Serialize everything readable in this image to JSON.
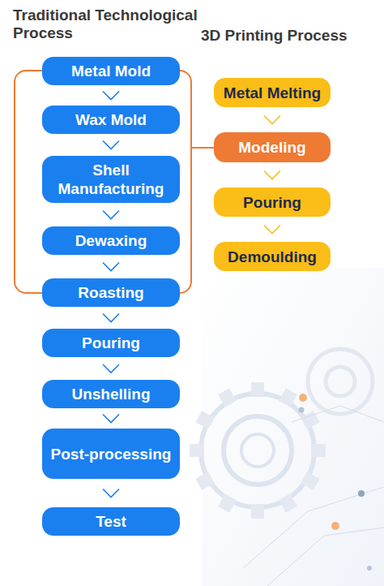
{
  "diagram": {
    "nodes": [
      {
        "text": [
          "Metal Mold"
        ]
      },
      {
        "text": [
          "Wax Mold"
        ]
      },
      {
        "text": [
          "Shell Manufacturing"
        ]
      },
      {
        "text": [
          "Dewaxing"
        ]
      },
      {
        "text": [
          "Roasting"
        ]
      },
      {
        "text": [
          "Pouring"
        ]
      },
      {
        "text": [
          "Unshelling"
        ]
      },
      {
        "text": [
          "Post-processing"
        ]
      },
      {
        "text": [
          "Test"
        ]
      },
      {
        "text": [
          "Metal Melting"
        ]
      },
      {
        "text": [
          "Modeling"
        ]
      },
      {
        "text": [
          "Pouring"
        ]
      },
      {
        "text": [
          "Demoulding"
        ]
      }
    ],
    "edges": [
      {
        "from": 0,
        "to": 1,
        "arrow": "to"
      },
      {
        "from": 1,
        "to": 2,
        "arrow": "to"
      },
      {
        "from": 2,
        "to": 3,
        "arrow": "to"
      },
      {
        "from": 3,
        "to": 4,
        "arrow": "to"
      },
      {
        "from": 4,
        "to": 5,
        "arrow": "to"
      },
      {
        "from": 5,
        "to": 6,
        "arrow": "to"
      },
      {
        "from": 6,
        "to": 7,
        "arrow": "to"
      },
      {
        "from": 7,
        "to": 8,
        "arrow": "to"
      },
      {
        "from": 9,
        "to": 10,
        "arrow": "to"
      },
      {
        "from": 10,
        "to": 11,
        "arrow": "to"
      },
      {
        "from": 11,
        "to": 12,
        "arrow": "to"
      }
    ],
    "labels": [
      "Traditional Technological Process",
      "3D Printing Process"
    ]
  }
}
